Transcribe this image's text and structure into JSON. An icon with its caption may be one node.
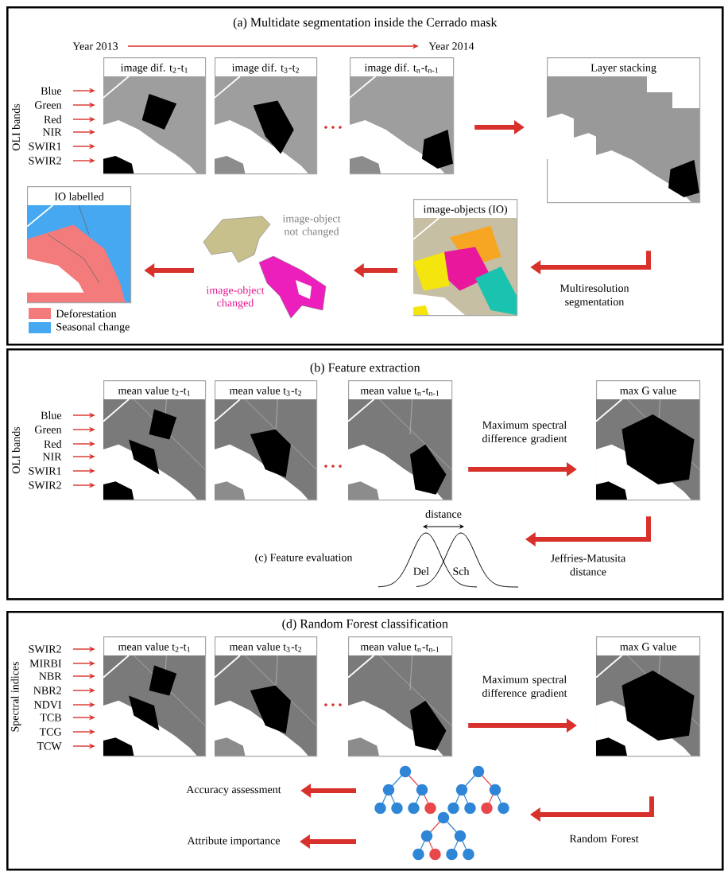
{
  "diagram": {
    "nodes": [
      {
        "text": [
          "(a) Multidate segmentation inside the Cerrado mask"
        ]
      },
      {
        "text": [
          "Year 2013"
        ],
        "in": 0
      },
      {
        "text": [
          "Year 2014"
        ],
        "in": 0
      },
      {
        "text": [
          "Blue"
        ],
        "in": 0
      },
      {
        "text": [
          "Green"
        ],
        "in": 0
      },
      {
        "text": [
          "Red"
        ],
        "in": 0
      },
      {
        "text": [
          "NIR"
        ],
        "in": 0
      },
      {
        "text": [
          "SWIR1"
        ],
        "in": 0
      },
      {
        "text": [
          "SWIR2"
        ],
        "in": 0
      },
      {
        "text": [
          "image dif. t$_{2}$-t$_{1}$"
        ],
        "in": 0
      },
      {
        "text": [
          "image dif. t$_{3}$-t$_{2}$"
        ],
        "in": 0
      },
      {
        "text": [
          "image dif. t$_{n}$-t$_{n-1}$"
        ],
        "in": 0
      },
      {
        "text": [
          "Layer stacking"
        ],
        "in": 0
      },
      {
        "text": [
          "image-objects (IO)"
        ],
        "in": 0
      },
      {
        "text": [
          "image-object not changed",
          "image-object changed"
        ],
        "in": 0
      },
      {
        "text": [
          "IO labelled"
        ],
        "in": 0
      },
      {
        "text": [
          "(b) Feature extraction"
        ]
      },
      {
        "text": [
          "Blue"
        ],
        "in": 16
      },
      {
        "text": [
          "Green"
        ],
        "in": 16
      },
      {
        "text": [
          "Red"
        ],
        "in": 16
      },
      {
        "text": [
          "NIR"
        ],
        "in": 16
      },
      {
        "text": [
          "SWIR1"
        ],
        "in": 16
      },
      {
        "text": [
          "SWIR2"
        ],
        "in": 16
      },
      {
        "text": [
          "mean value t$_{2}$-t$_{1}$"
        ],
        "in": 16
      },
      {
        "text": [
          "mean value t$_{3}$-t$_{2}$"
        ],
        "in": 16
      },
      {
        "text": [
          "mean value t$_{n}$-t$_{n-1}$"
        ],
        "in": 16
      },
      {
        "text": [
          "max G value"
        ],
        "in": 16
      },
      {
        "text": [
          "Del",
          "Sch"
        ],
        "beside": [
          "distance"
        ],
        "in": 16
      },
      {
        "text": [
          "(d) Random Forest classification"
        ]
      },
      {
        "text": [
          "SWIR2"
        ],
        "in": 28
      },
      {
        "text": [
          "MIRBI"
        ],
        "in": 28
      },
      {
        "text": [
          "NBR"
        ],
        "in": 28
      },
      {
        "text": [
          "NBR2"
        ],
        "in": 28
      },
      {
        "text": [
          "NDVI"
        ],
        "in": 28
      },
      {
        "text": [
          "TCB"
        ],
        "in": 28
      },
      {
        "text": [
          "TCG"
        ],
        "in": 28
      },
      {
        "text": [
          "TCW"
        ],
        "in": 28
      },
      {
        "text": [
          "mean value t$_{2}$-t$_{1}$"
        ],
        "in": 28
      },
      {
        "text": [
          "mean value t$_{3}$-t$_{2}$"
        ],
        "in": 28
      },
      {
        "text": [
          "mean value t$_{n}$-t$_{n-1}$"
        ],
        "in": 28
      },
      {
        "text": [
          "max G value"
        ],
        "in": 28
      },
      {
        "text": [],
        "shape": "tree",
        "in": 28
      },
      {
        "text": [
          "Accuracy assessment"
        ],
        "in": 28
      },
      {
        "text": [
          "Attribute importance"
        ],
        "in": 28
      }
    ],
    "edges": [
      {
        "from": 1,
        "to": 2,
        "arrow": "to"
      },
      {
        "from": 3,
        "to": 9,
        "arrow": "to"
      },
      {
        "from": 4,
        "to": 9,
        "arrow": "to"
      },
      {
        "from": 5,
        "to": 9,
        "arrow": "to"
      },
      {
        "from": 6,
        "to": 9,
        "arrow": "to"
      },
      {
        "from": 7,
        "to": 9,
        "arrow": "to"
      },
      {
        "from": 8,
        "to": 9,
        "arrow": "to"
      },
      {
        "from": 11,
        "to": 12,
        "arrow": "to",
        "style": "thick"
      },
      {
        "from": 12,
        "to": 13,
        "arrow": "to",
        "style": "thick",
        "label": "Multiresolution segmentation"
      },
      {
        "from": 13,
        "to": 14,
        "arrow": "to",
        "style": "thick"
      },
      {
        "from": 14,
        "to": 15,
        "arrow": "to",
        "style": "thick"
      },
      {
        "from": 17,
        "to": 23,
        "arrow": "to"
      },
      {
        "from": 18,
        "to": 23,
        "arrow": "to"
      },
      {
        "from": 19,
        "to": 23,
        "arrow": "to"
      },
      {
        "from": 20,
        "to": 23,
        "arrow": "to"
      },
      {
        "from": 21,
        "to": 23,
        "arrow": "to"
      },
      {
        "from": 22,
        "to": 23,
        "arrow": "to"
      },
      {
        "from": 25,
        "to": 26,
        "arrow": "to",
        "style": "thick",
        "label": "Maximum spectral difference gradient"
      },
      {
        "from": 26,
        "to": 27,
        "arrow": "to",
        "style": "thick",
        "label": "Jeffries-Matusita distance"
      },
      {
        "from": 29,
        "to": 37,
        "arrow": "to"
      },
      {
        "from": 30,
        "to": 37,
        "arrow": "to"
      },
      {
        "from": 31,
        "to": 37,
        "arrow": "to"
      },
      {
        "from": 32,
        "to": 37,
        "arrow": "to"
      },
      {
        "from": 33,
        "to": 37,
        "arrow": "to"
      },
      {
        "from": 34,
        "to": 37,
        "arrow": "to"
      },
      {
        "from": 35,
        "to": 37,
        "arrow": "to"
      },
      {
        "from": 36,
        "to": 37,
        "arrow": "to"
      },
      {
        "from": 39,
        "to": 40,
        "arrow": "to",
        "style": "thick",
        "label": "Maximum spectral difference gradient"
      },
      {
        "from": 40,
        "to": 41,
        "arrow": "to",
        "style": "thick",
        "label": "Random Forest"
      },
      {
        "from": 41,
        "to": 42,
        "arrow": "to",
        "style": "thick"
      },
      {
        "from": 41,
        "to": 43,
        "arrow": "to",
        "style": "thick"
      }
    ],
    "labels": [
      "OLI bands",
      "OLI bands",
      "(c) Feature evaluation",
      "Spectral indices"
    ],
    "legend": [
      {
        "text": "Deforestation",
        "color": "#f47b7b"
      },
      {
        "text": "Seasonal change",
        "color": "#45a8f0"
      }
    ]
  }
}
